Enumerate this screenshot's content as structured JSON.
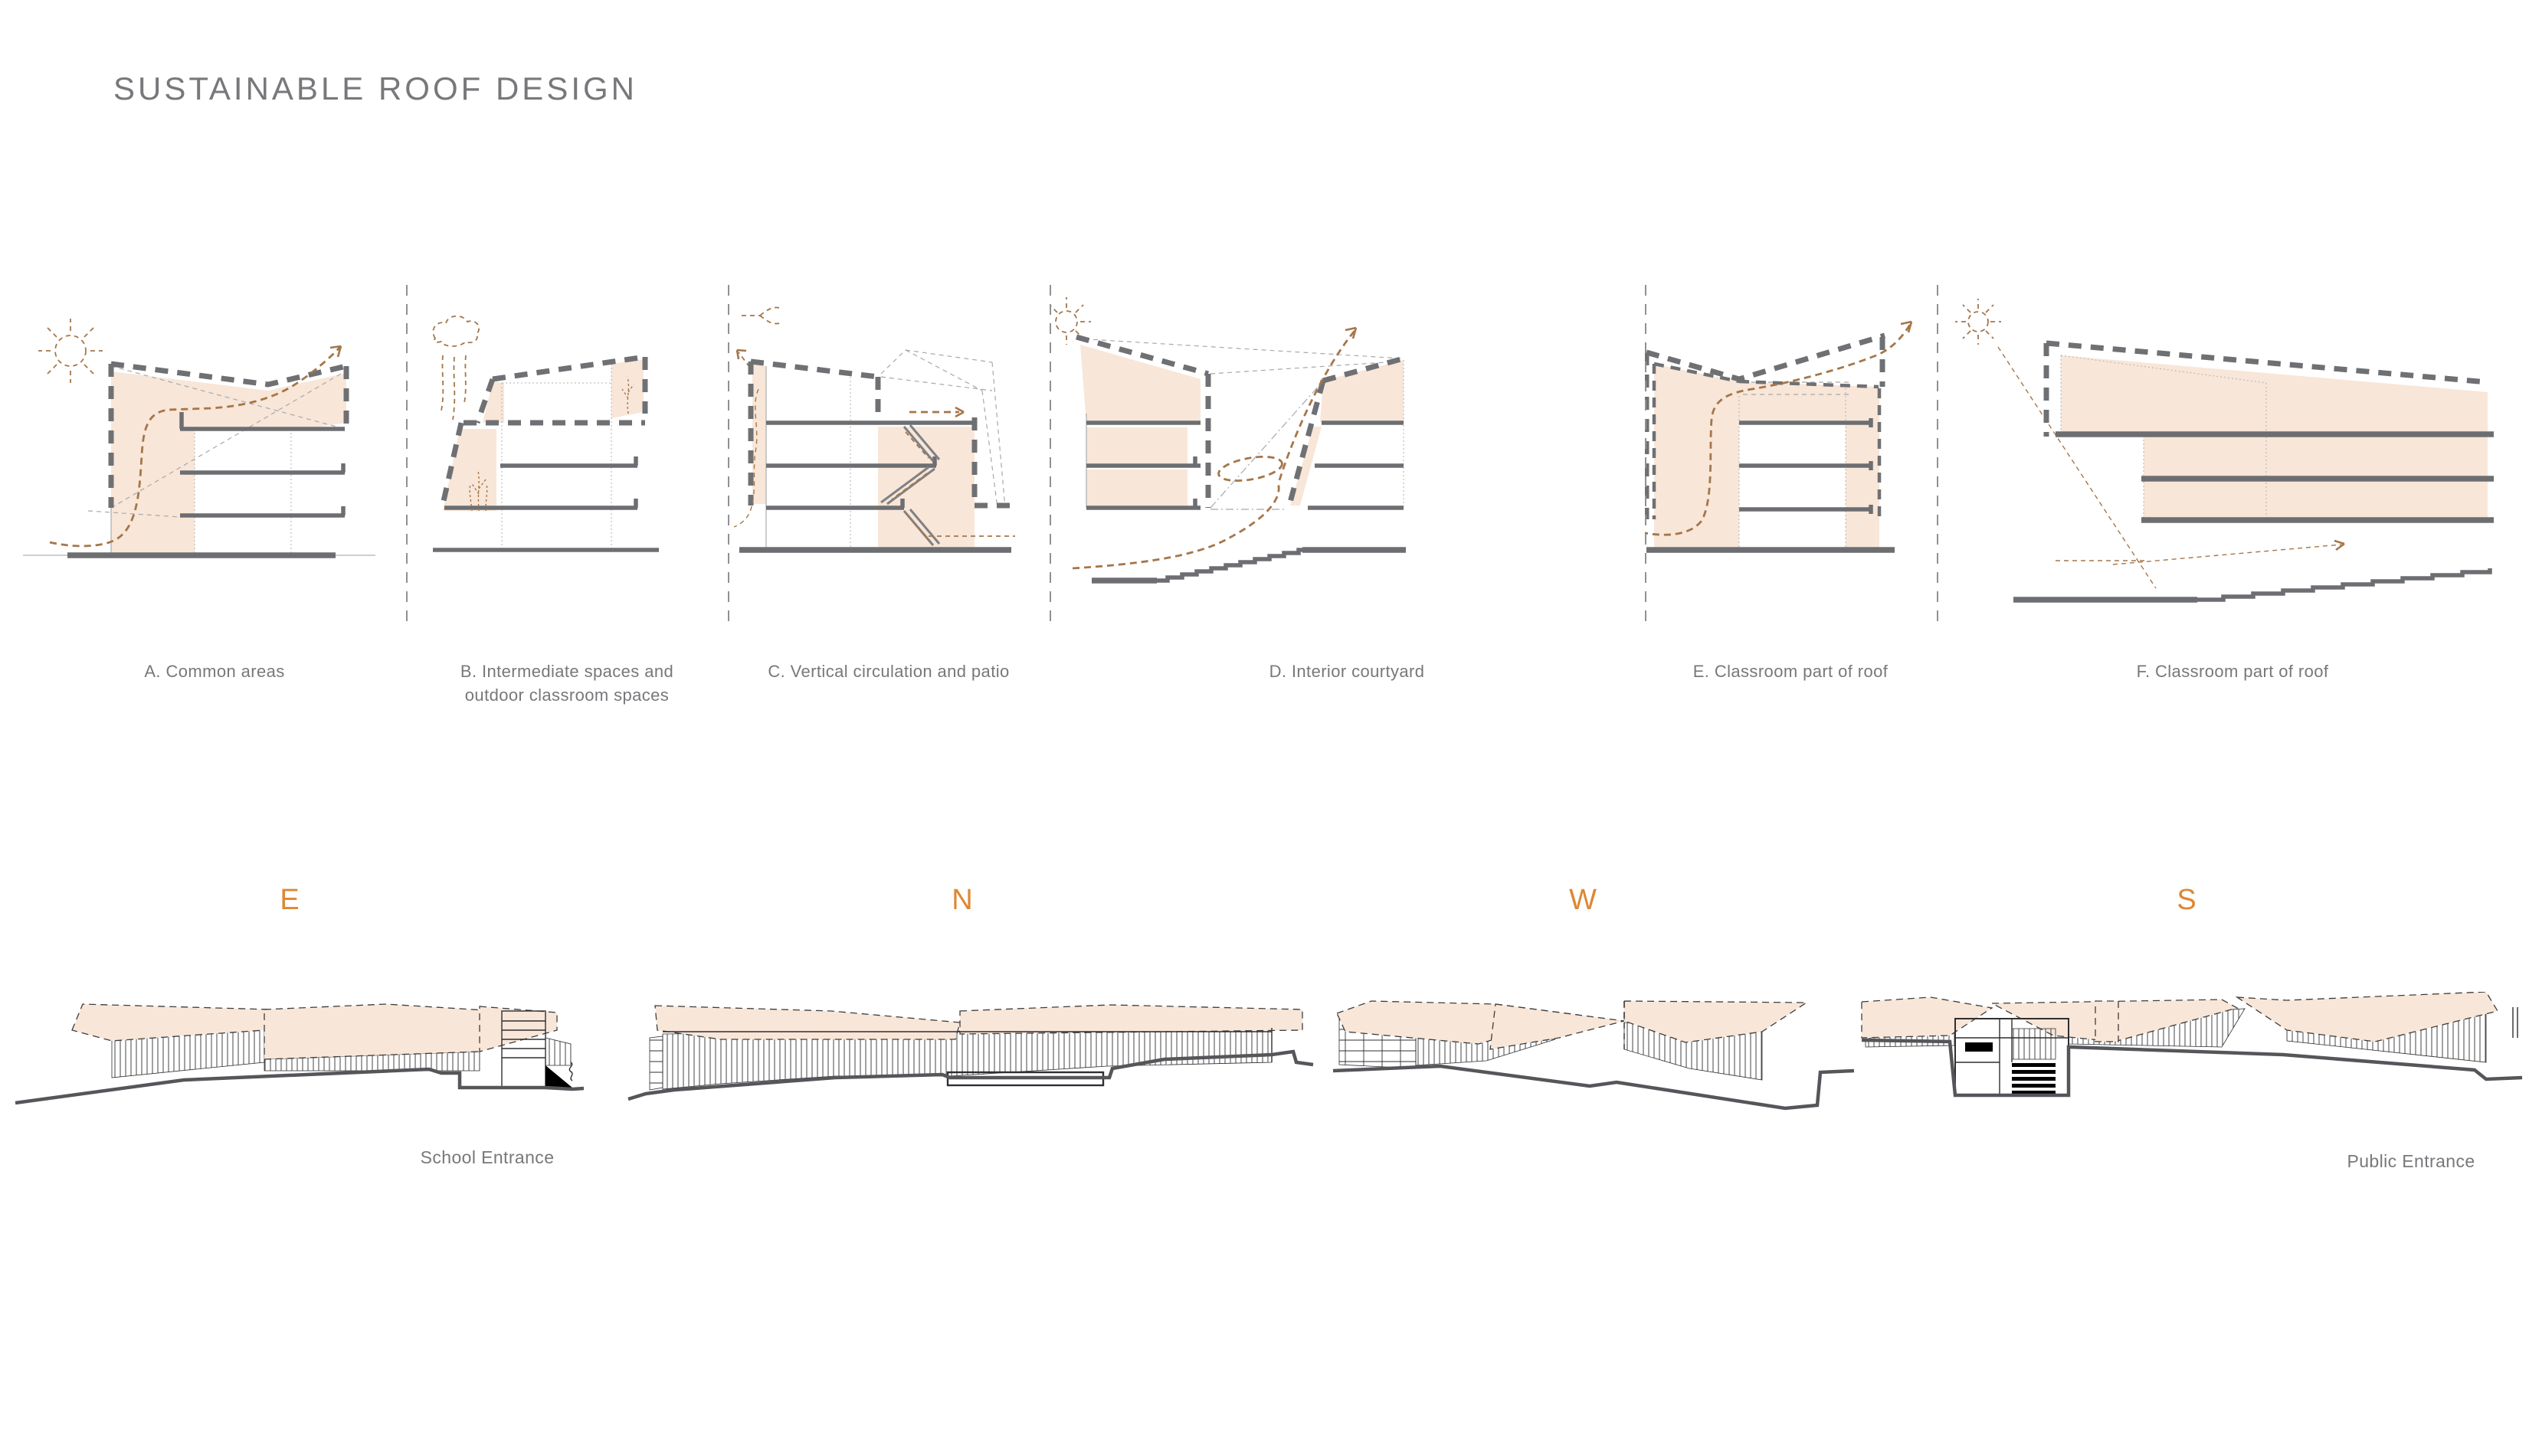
{
  "page": {
    "title": "SUSTAINABLE ROOF DESIGN"
  },
  "colors": {
    "accent_orange": "#df8732",
    "peach_fill": "#f8e6d8",
    "outline_gray": "#6f7073",
    "text_gray": "#77787b",
    "sketch_brown": "#a5764a"
  },
  "diagrams": [
    {
      "id": "A",
      "caption": "A. Common areas",
      "icon": "sun-icon"
    },
    {
      "id": "B",
      "caption": "B. Intermediate spaces and outdoor classroom spaces",
      "icon": "rain-cloud-icon"
    },
    {
      "id": "C",
      "caption": "C. Vertical circulation and patio",
      "icon": "wind-icon"
    },
    {
      "id": "D",
      "caption": "D. Interior courtyard",
      "icon": "sun-icon"
    },
    {
      "id": "E",
      "caption": "E. Classroom part of roof",
      "icon": "none"
    },
    {
      "id": "F",
      "caption": "F. Classroom part of roof",
      "icon": "sun-icon"
    }
  ],
  "elevations": {
    "compass_labels": [
      {
        "label": "E"
      },
      {
        "label": "N"
      },
      {
        "label": "W"
      },
      {
        "label": "S"
      }
    ],
    "annotations": [
      {
        "label": "School Entrance"
      },
      {
        "label": "Public Entrance"
      }
    ]
  }
}
